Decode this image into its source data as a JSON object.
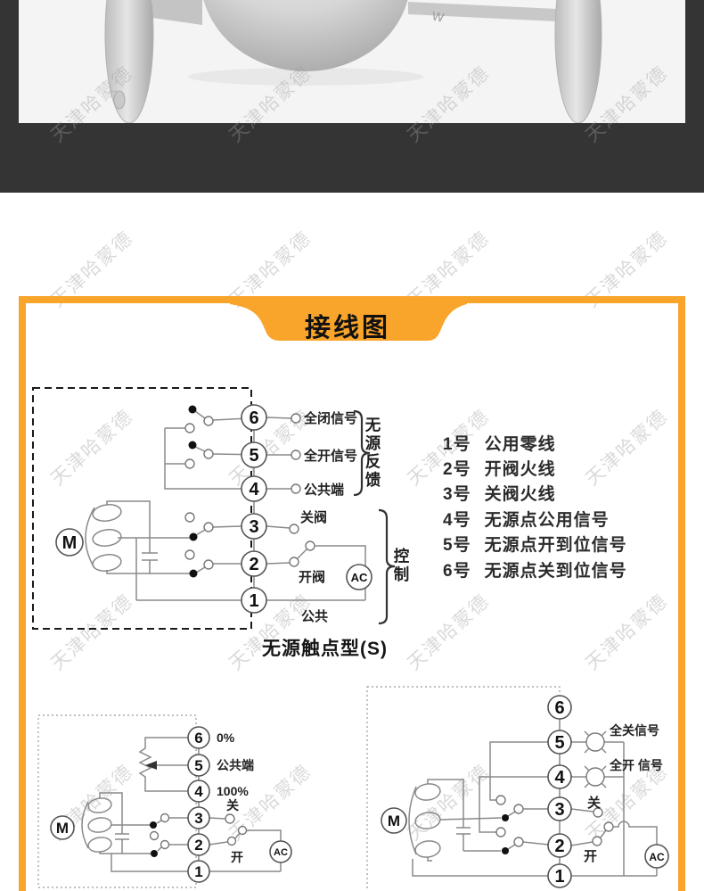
{
  "watermark": {
    "text": "天津哈蒙德"
  },
  "photo": {
    "mark": "W"
  },
  "banner": {
    "title": "接线图",
    "color": "#F9A42B"
  },
  "main": {
    "terminals": [
      "6",
      "5",
      "4",
      "3",
      "2",
      "1"
    ],
    "t6_label": "全闭信号",
    "t5_label": "全开信号",
    "t4_label": "公共端",
    "feedback_group": "无源反馈",
    "t3_label": "关阀",
    "t2_label": "开阀",
    "t1_label": "公共",
    "control_group": "控制",
    "motor": "M",
    "power": "AC",
    "caption": "无源触点型(S)"
  },
  "legend": {
    "items": [
      {
        "num": "1号",
        "desc": "公用零线"
      },
      {
        "num": "2号",
        "desc": "开阀火线"
      },
      {
        "num": "3号",
        "desc": "关阀火线"
      },
      {
        "num": "4号",
        "desc": "无源点公用信号"
      },
      {
        "num": "5号",
        "desc": "无源点开到位信号"
      },
      {
        "num": "6号",
        "desc": "无源点关到位信号"
      }
    ]
  },
  "pot_diagram": {
    "terminals": [
      "6",
      "5",
      "4",
      "3",
      "2",
      "1"
    ],
    "t6_label": "0%",
    "t5_label": "公共端",
    "t4_label": "100%",
    "t3_label": "关",
    "t2_label": "开",
    "motor": "M",
    "power": "AC"
  },
  "lamp_diagram": {
    "terminals": [
      "6",
      "5",
      "4",
      "3",
      "2",
      "1"
    ],
    "t5_label": "全关信号",
    "t4_label": "全开 信号",
    "t3_label": "关",
    "t2_label": "开",
    "motor": "M",
    "power": "AC"
  }
}
